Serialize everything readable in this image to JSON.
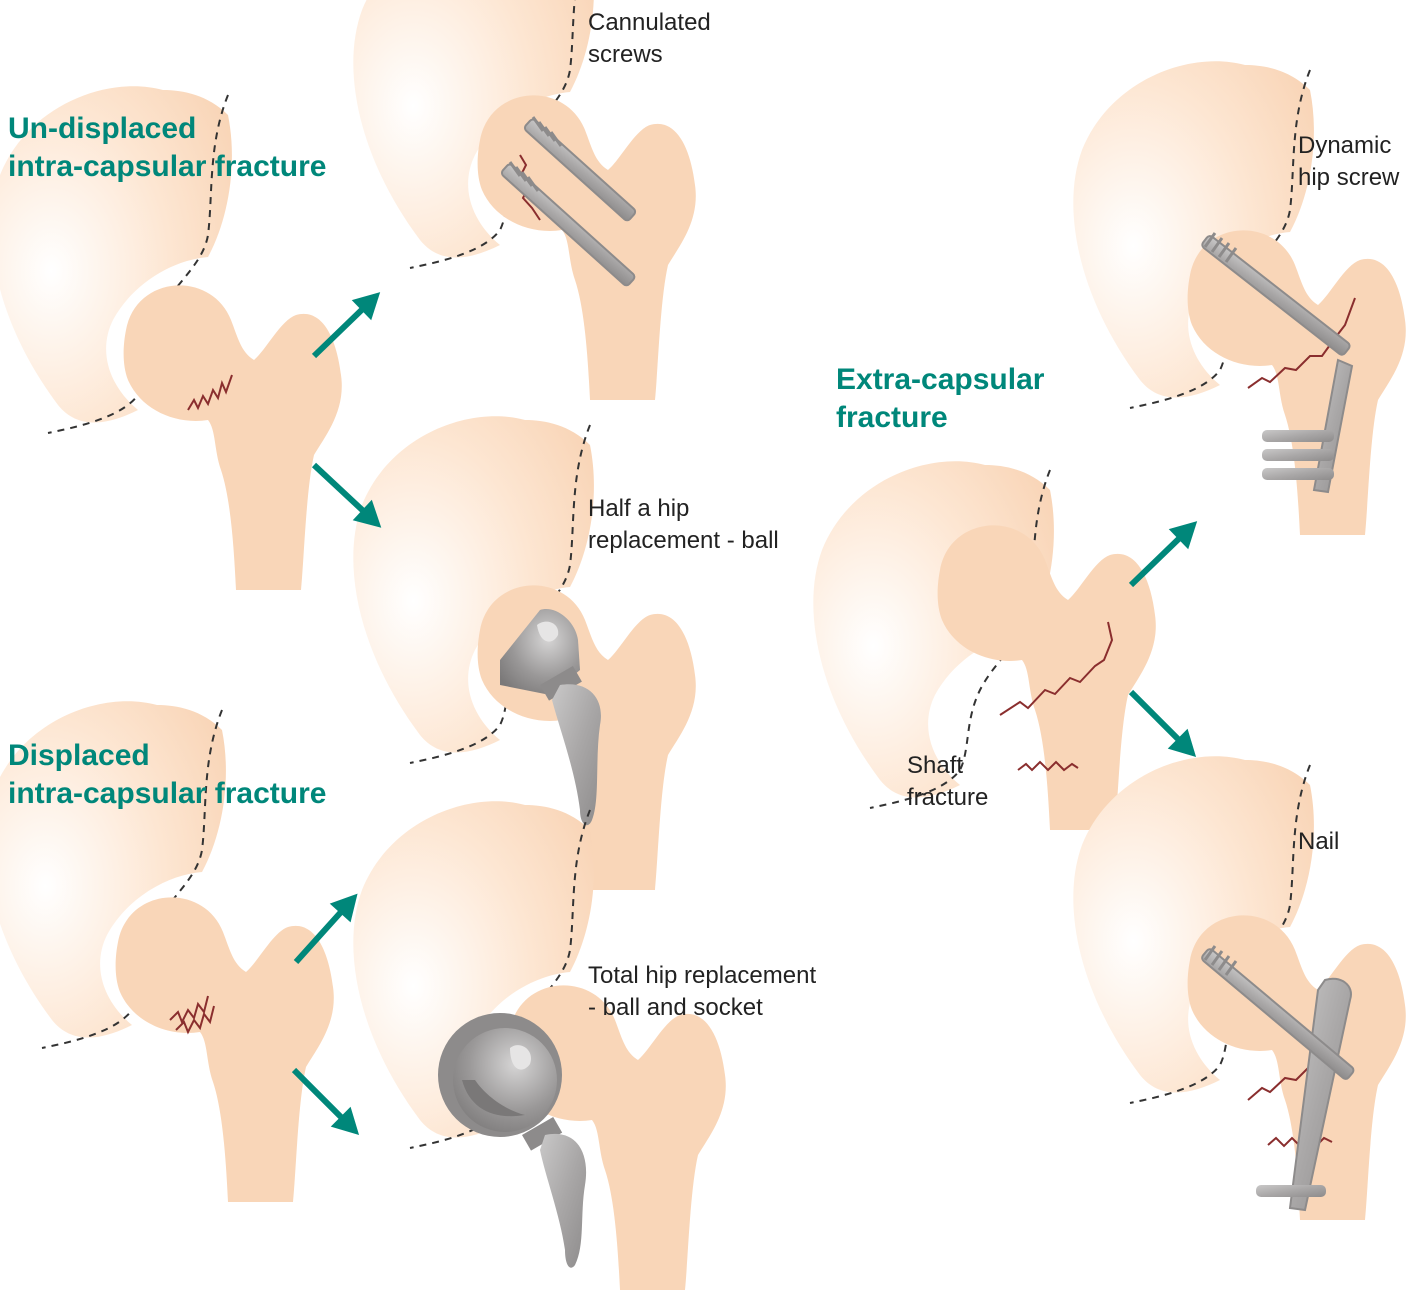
{
  "colors": {
    "accent": "#00877a",
    "bone": "#f9d6b8",
    "bone_gradient_light": "#ffffff",
    "fracture": "#8a2e2e",
    "implant": "#a8a6a6",
    "implant_dark": "#7e7c7c",
    "text": "#222222"
  },
  "headings": {
    "undisplaced": [
      "Un-displaced",
      "intra-capsular fracture"
    ],
    "displaced": [
      "Displaced",
      "intra-capsular fracture"
    ],
    "extracapsular": [
      "Extra-capsular",
      "fracture"
    ]
  },
  "labels": {
    "cannulated": [
      "Cannulated",
      "screws"
    ],
    "half_hip": [
      "Half a hip",
      "replacement - ball"
    ],
    "total_hip": [
      "Total hip replacement",
      "- ball and socket"
    ],
    "dhs": [
      "Dynamic",
      "hip screw"
    ],
    "shaft": [
      "Shaft",
      "fracture"
    ],
    "nail": [
      "Nail"
    ]
  },
  "icons": {
    "arrow": "teal-arrow-icon",
    "hip": "hip-joint-illustration"
  }
}
